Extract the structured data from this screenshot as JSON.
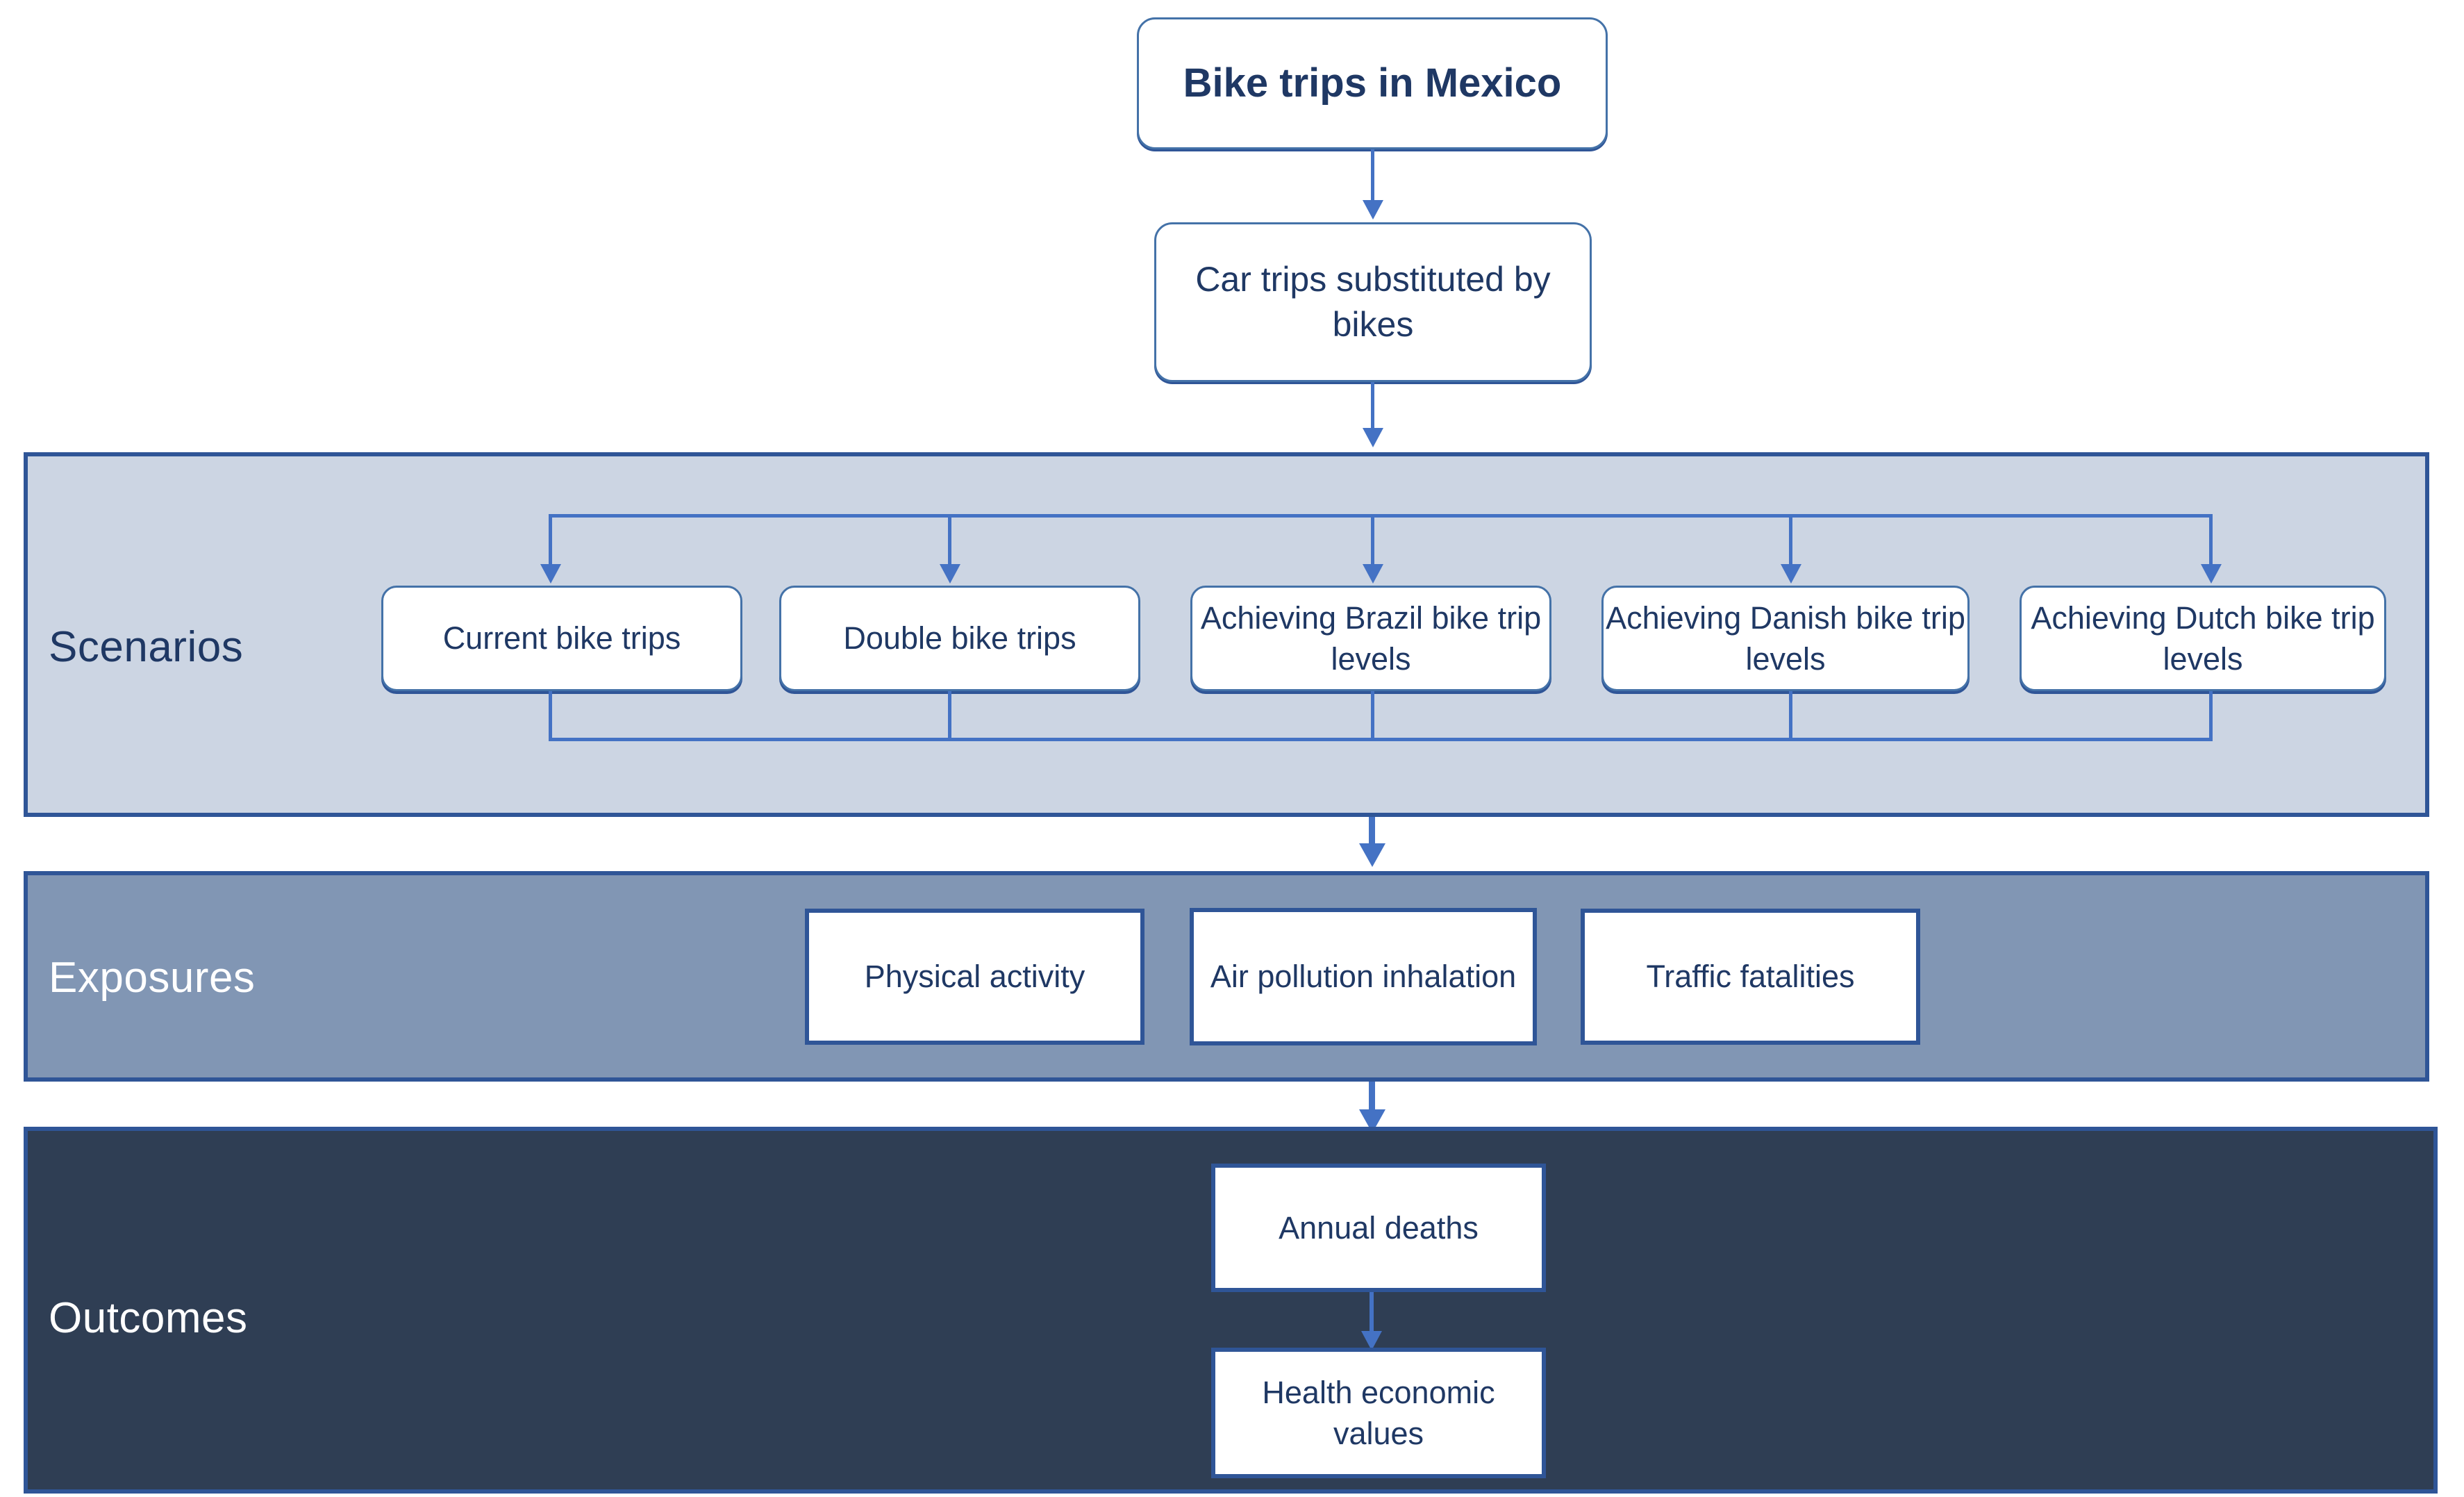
{
  "diagram": {
    "title": "Bike trips in Mexico health impact assessment flowchart",
    "colors": {
      "accent_line": "#4472c4",
      "box_border": "#4472a8",
      "band_border": "#2f5597",
      "scenarios_fill": "#ccd5e3",
      "exposures_fill": "#8196b4",
      "outcomes_fill": "#2f3e54",
      "text_dark": "#1f3864",
      "text_light": "#ffffff"
    }
  },
  "top": {
    "root_label": "Bike trips in Mexico",
    "substitution_label": "Car trips substituted by bikes"
  },
  "scenarios": {
    "band_label": "Scenarios",
    "items": [
      {
        "label": "Current bike trips"
      },
      {
        "label": "Double bike trips"
      },
      {
        "label": "Achieving Brazil bike trip levels"
      },
      {
        "label": "Achieving Danish bike trip levels"
      },
      {
        "label": "Achieving Dutch bike trip levels"
      }
    ]
  },
  "exposures": {
    "band_label": "Exposures",
    "items": [
      {
        "label": "Physical activity"
      },
      {
        "label": "Air pollution inhalation"
      },
      {
        "label": "Traffic fatalities"
      }
    ]
  },
  "outcomes": {
    "band_label": "Outcomes",
    "items": [
      {
        "label": "Annual deaths"
      },
      {
        "label": "Health economic values"
      }
    ]
  }
}
